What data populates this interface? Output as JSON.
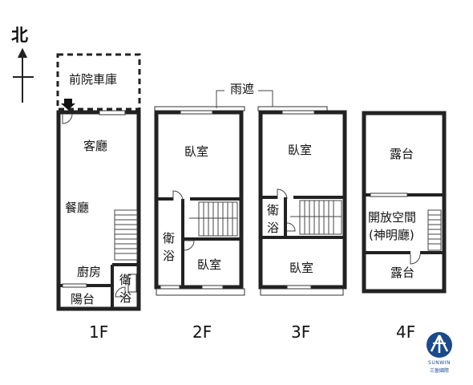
{
  "compass": {
    "label": "北"
  },
  "floors": {
    "f1": {
      "label": "1F",
      "rooms": {
        "garage": "前院車庫",
        "living": "客廳",
        "dining": "餐廳",
        "kitchen": "廚房",
        "balcony": "陽台",
        "bath_line1": "衛",
        "bath_line2": "浴"
      }
    },
    "f2": {
      "label": "2F",
      "rooms": {
        "bedroom_top": "臥室",
        "bath_line1": "衛",
        "bath_line2": "浴",
        "bedroom_bottom": "臥室"
      }
    },
    "f3": {
      "label": "3F",
      "rooms": {
        "bedroom_top": "臥室",
        "bath_line1": "衛",
        "bath_line2": "浴",
        "bedroom_bottom": "臥室"
      }
    },
    "f4": {
      "label": "4F",
      "rooms": {
        "terrace_top": "露台",
        "open_space_line1": "開放空間",
        "open_space_line2": "(神明廳)",
        "terrace_bottom": "露台"
      }
    }
  },
  "canopy": {
    "label": "雨遮"
  },
  "logo": {
    "name": "SUNWIN",
    "subtitle": "三盈國際",
    "color": "#1a4a8a"
  }
}
